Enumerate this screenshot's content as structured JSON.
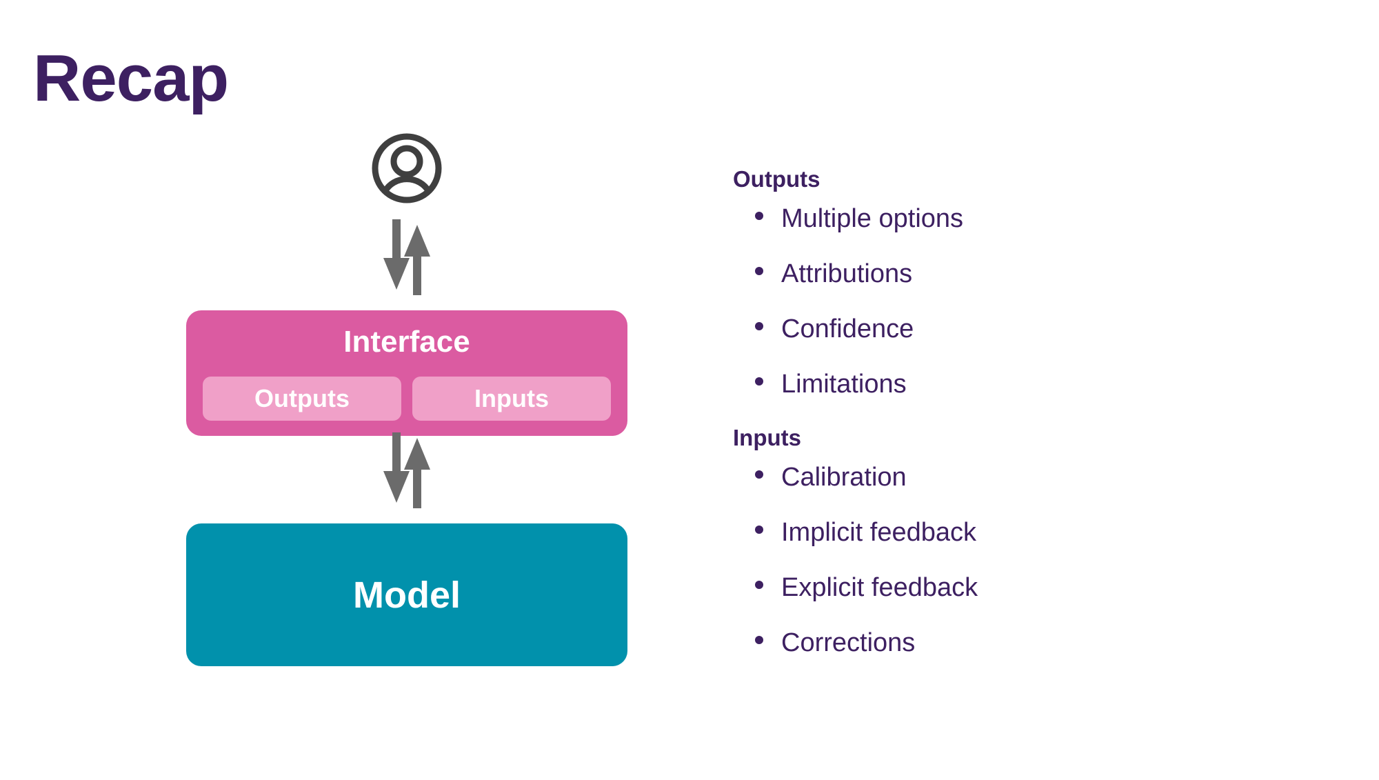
{
  "slide": {
    "title": "Recap",
    "background_color": "#FFFFFF",
    "accent_purple": "#3D2061",
    "accent_pink": "#DB5BA1",
    "accent_pink_light": "#F0A0C8",
    "accent_teal": "#0191AC",
    "arrow_gray": "#6B6B6B",
    "icon_gray": "#3F3F3F"
  },
  "diagram": {
    "user_icon": "person-avatar-icon",
    "arrows_user_interface": {
      "down": "arrow-down-icon",
      "up": "arrow-up-icon"
    },
    "interface": {
      "label": "Interface",
      "sub_boxes": [
        {
          "label": "Outputs"
        },
        {
          "label": "Inputs"
        }
      ]
    },
    "arrows_interface_model": {
      "down": "arrow-down-icon",
      "up": "arrow-up-icon"
    },
    "model": {
      "label": "Model"
    }
  },
  "right_column": {
    "groups": [
      {
        "heading": "Outputs",
        "items": [
          "Multiple options",
          "Attributions",
          "Confidence",
          "Limitations"
        ]
      },
      {
        "heading": "Inputs",
        "items": [
          "Calibration",
          "Implicit feedback",
          "Explicit feedback",
          "Corrections"
        ]
      }
    ]
  }
}
